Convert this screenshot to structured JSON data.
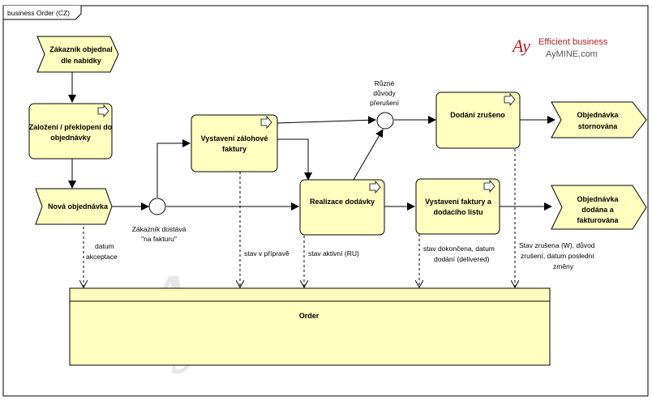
{
  "frame_title": "business Order (CZ)",
  "logo": {
    "line1": "Efficient business",
    "line2": "AyMINE.com",
    "accent_color": "#b32025",
    "secondary_color": "#555555"
  },
  "nodes": {
    "event_start": [
      "Zákazník objednal",
      "dle nabídky"
    ],
    "task_create": [
      "Založení / překlopení do",
      "objednávky"
    ],
    "event_new": [
      "Nová objednávka"
    ],
    "task_advance": [
      "Vystavení zálohové",
      "faktury"
    ],
    "task_realize": [
      "Realizace dodávky"
    ],
    "task_invoice": [
      "Vystavení faktury a",
      "dodacího listu"
    ],
    "task_cancel": [
      "Dodání zrušeno"
    ],
    "end_cancelled": [
      "Objednávka",
      "stornována"
    ],
    "end_delivered": [
      "Objednávka",
      "dodána a",
      "fakturována"
    ],
    "object_order": [
      "Order"
    ]
  },
  "labels": {
    "gateway1": [
      "Zákazník dostává",
      "\"na fakturu\""
    ],
    "gateway2": [
      "Různé",
      "důvody",
      "přerušení"
    ],
    "state_accept": [
      "datum",
      "akceptace"
    ],
    "state_prep": [
      "stav v přípravě"
    ],
    "state_active": [
      "stav aktivní (RU)"
    ],
    "state_done": [
      "stav dokončena, datum",
      "dodání (delivered)"
    ],
    "state_cancel": [
      "Stav zrušena (W), důvod",
      "zrušení, datum poslední",
      "změny"
    ]
  },
  "colors": {
    "fill": "#ffffc0",
    "stroke": "#000000"
  }
}
